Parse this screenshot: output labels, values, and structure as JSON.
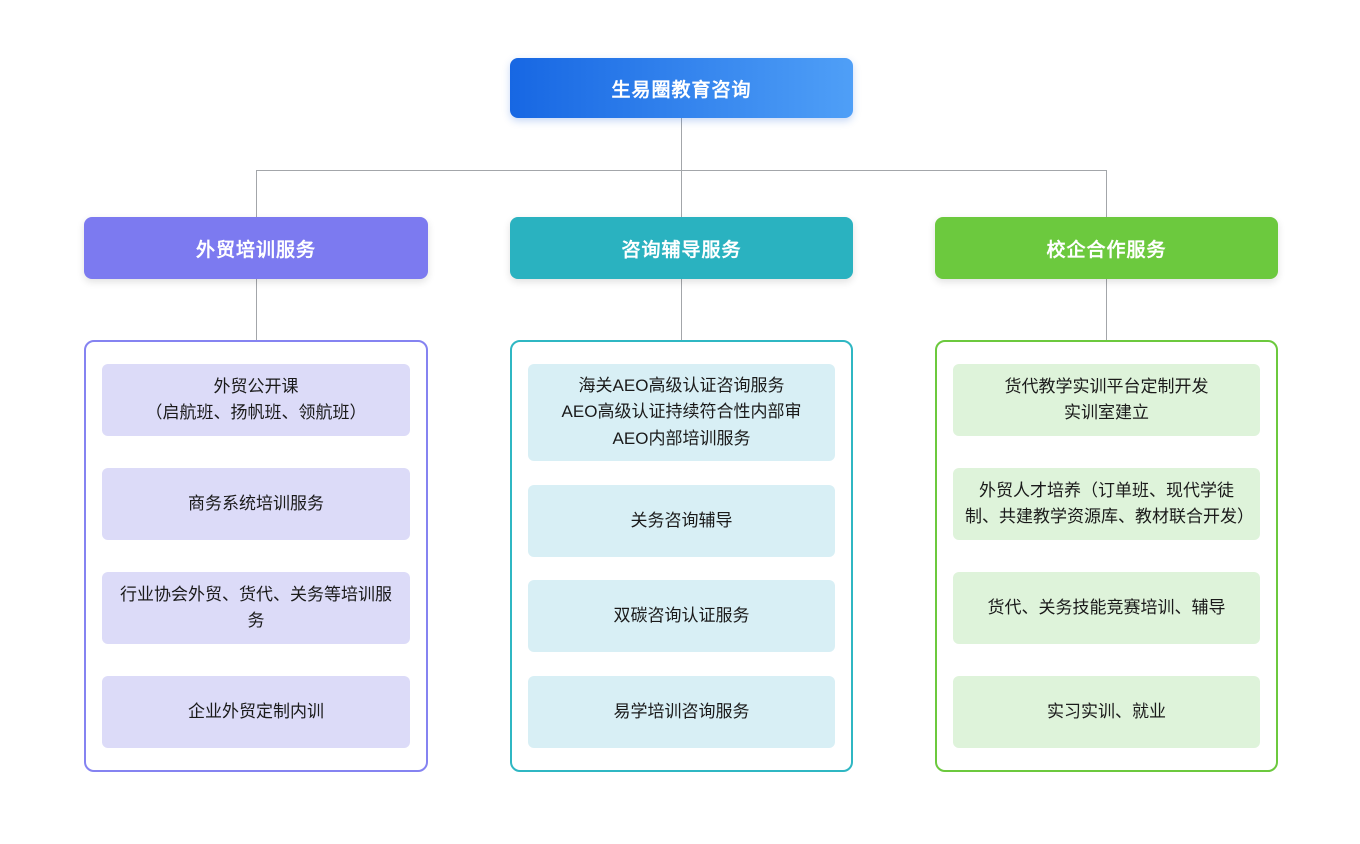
{
  "root": {
    "title": "生易圈教育咨询",
    "gradient_start": "#1767e3",
    "gradient_end": "#4f9ff7"
  },
  "connector_color": "#a3a6aa",
  "branches": [
    {
      "title": "外贸培训服务",
      "header_color": "#7c7af0",
      "border_color": "#8583f1",
      "item_bg": "#dcdbf8",
      "items": [
        "外贸公开课\n（启航班、扬帆班、领航班）",
        "商务系统培训服务",
        "行业协会外贸、货代、关务等培训服务",
        "企业外贸定制内训"
      ]
    },
    {
      "title": "咨询辅导服务",
      "header_color": "#2ab2c0",
      "border_color": "#2fb7c3",
      "item_bg": "#d8eff5",
      "items": [
        "海关AEO高级认证咨询服务\nAEO高级认证持续符合性内部审\nAEO内部培训服务",
        "关务咨询辅导",
        "双碳咨询认证服务",
        "易学培训咨询服务"
      ]
    },
    {
      "title": "校企合作服务",
      "header_color": "#6cc93e",
      "border_color": "#6cc93e",
      "item_bg": "#def3da",
      "items": [
        "货代教学实训平台定制开发\n实训室建立",
        "外贸人才培养（订单班、现代学徒制、共建教学资源库、教材联合开发）",
        "货代、关务技能竞赛培训、辅导",
        "实习实训、就业"
      ]
    }
  ]
}
